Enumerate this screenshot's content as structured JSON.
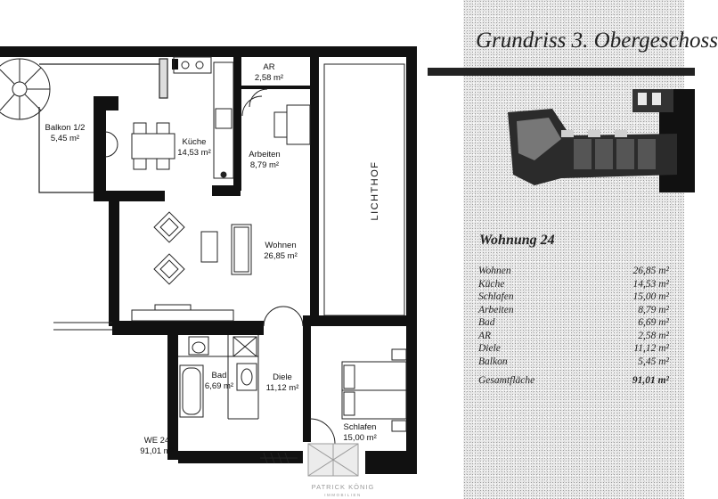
{
  "plan": {
    "rooms": [
      {
        "id": "balkon",
        "name": "Balkon 1/2",
        "area": "5,45 m²"
      },
      {
        "id": "kueche",
        "name": "Küche",
        "area": "14,53 m²"
      },
      {
        "id": "ar",
        "name": "AR",
        "area": "2,58 m²"
      },
      {
        "id": "arbeiten",
        "name": "Arbeiten",
        "area": "8,79 m²"
      },
      {
        "id": "wohnen",
        "name": "Wohnen",
        "area": "26,85 m²"
      },
      {
        "id": "bad",
        "name": "Bad",
        "area": "6,69 m²"
      },
      {
        "id": "diele",
        "name": "Diele",
        "area": "11,12 m²"
      },
      {
        "id": "schlafen",
        "name": "Schlafen",
        "area": "15,00 m²"
      }
    ],
    "lichthof": "LICHTHOF",
    "unit": {
      "name": "WE 24",
      "area": "91,01 m²"
    },
    "watermark": {
      "line1": "PATRICK KÖNIG",
      "line2": "IMMOBILIEN"
    }
  },
  "panel": {
    "title": "Grundriss 3. Obergeschoss",
    "subtitle": "Wohnung 24",
    "table": [
      {
        "label": "Wohnen",
        "value": "26,85 m²"
      },
      {
        "label": "Küche",
        "value": "14,53 m²"
      },
      {
        "label": "Schlafen",
        "value": "15,00 m²"
      },
      {
        "label": "Arbeiten",
        "value": "8,79 m²"
      },
      {
        "label": "Bad",
        "value": "6,69 m²"
      },
      {
        "label": "AR",
        "value": "2,58 m²"
      },
      {
        "label": "Diele",
        "value": "11,12 m²"
      },
      {
        "label": "Balkon",
        "value": "5,45 m²"
      }
    ],
    "total": {
      "label": "Gesamtfläche",
      "value": "91,01 m²"
    }
  }
}
